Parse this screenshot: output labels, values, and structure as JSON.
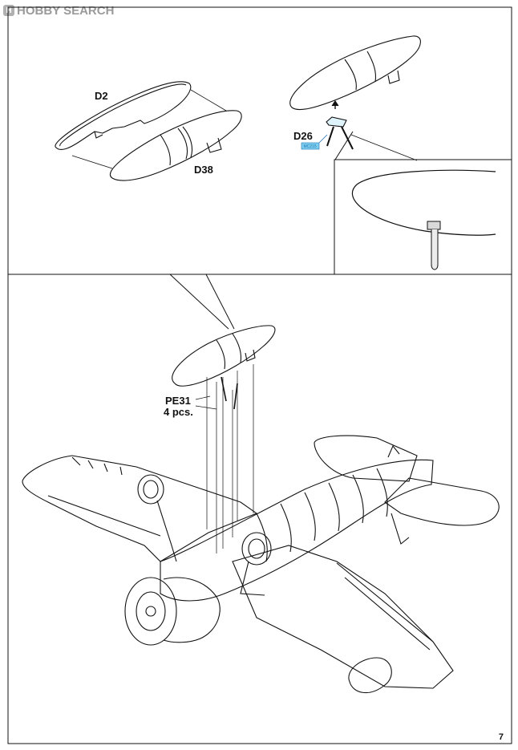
{
  "watermark": {
    "text": "HOBBY SEARCH",
    "logo_glyph": "H"
  },
  "labels": {
    "d2": "D2",
    "d38": "D38",
    "d26": "D26",
    "pe31": "PE31",
    "pe31_qty": "4 pcs.",
    "d26_tag": "MC215"
  },
  "page_number": "7",
  "colors": {
    "line": "#111111",
    "tag_fill": "#7fd0f0",
    "tag_stroke": "#1a6fb0"
  }
}
